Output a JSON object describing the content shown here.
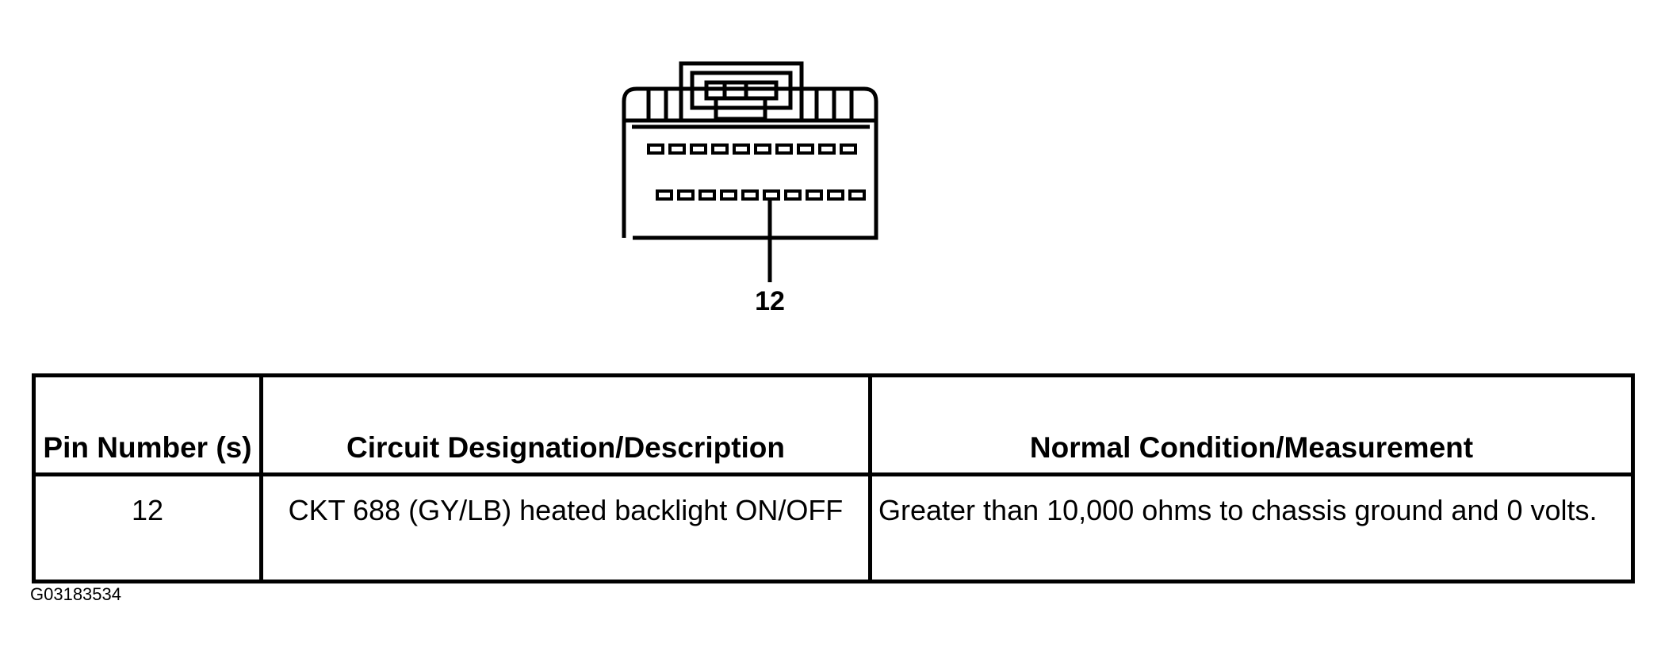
{
  "connector": {
    "pin_callout": "12"
  },
  "table": {
    "headers": {
      "pin": "Pin Number (s)",
      "circuit": "Circuit Designation/Description",
      "condition": "Normal Condition/Measurement"
    },
    "rows": [
      {
        "pin": "12",
        "circuit": "CKT 688 (GY/LB) heated backlight ON/OFF",
        "condition": "Greater than 10,000 ohms to chassis ground and 0 volts."
      }
    ]
  },
  "figure_id": "G03183534"
}
